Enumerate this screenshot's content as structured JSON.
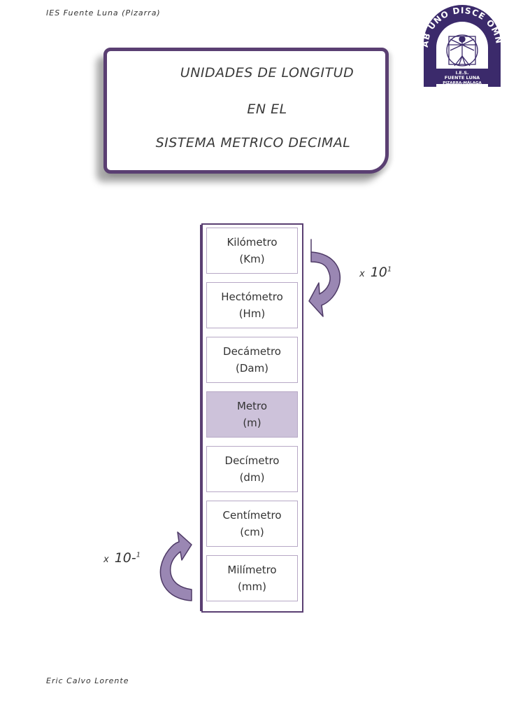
{
  "header": {
    "text": "IES  Fuente  Luna   (Pizarra)"
  },
  "footer": {
    "text": "Eric  Calvo  Lorente"
  },
  "logo": {
    "ring_text": "AB UNO DISCE OMNES",
    "label1": "I.E.S.",
    "label2": "FUENTE LUNA",
    "label3": "PIZARRA-MÁLAGA"
  },
  "title": {
    "line1": "UNIDADES DE LONGITUD",
    "line2": "EN EL",
    "line3": "SISTEMA METRICO DECIMAL"
  },
  "units": [
    {
      "name": "Kilómetro",
      "abbr": "(Km)"
    },
    {
      "name": "Hectómetro",
      "abbr": "(Hm)"
    },
    {
      "name": "Decámetro",
      "abbr": "(Dam)"
    },
    {
      "name": "Metro",
      "abbr": "(m)"
    },
    {
      "name": "Decímetro",
      "abbr": "(dm)"
    },
    {
      "name": "Centímetro",
      "abbr": "(cm)"
    },
    {
      "name": "Milímetro",
      "abbr": "(mm)"
    }
  ],
  "multipliers": {
    "down_label": {
      "x": "x",
      "base": "10",
      "exp": "1"
    },
    "up_label": {
      "x": "x",
      "base": "10-",
      "exp": "1"
    }
  },
  "colors": {
    "frame": "#5a3f72",
    "arrow_fill": "#9a87b3",
    "highlight": "#cdc2da"
  }
}
